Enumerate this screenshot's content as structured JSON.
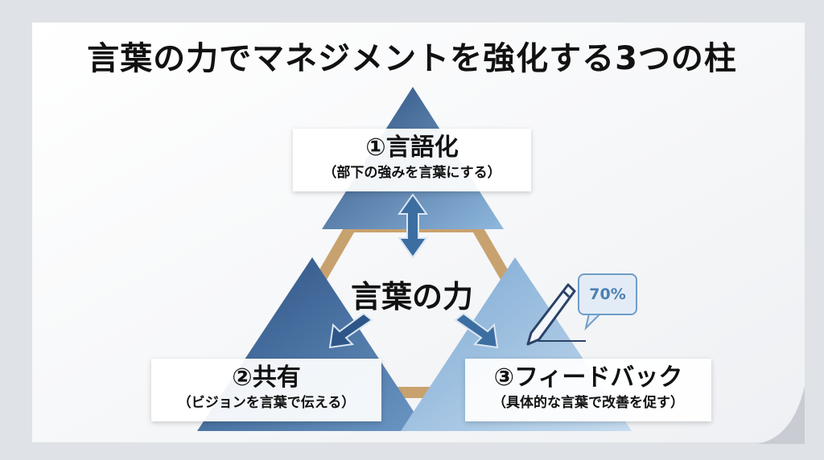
{
  "title": "言葉の力でマネジメントを強化する3つの柱",
  "center": "言葉の力",
  "pillars": [
    {
      "main": "①言語化",
      "sub": "（部下の強みを言葉にする）"
    },
    {
      "main": "②共有",
      "sub": "（ビジョンを言葉で伝える）"
    },
    {
      "main": "③フィードバック",
      "sub": "（具体的な言葉で改善を促す）"
    }
  ],
  "bubble": {
    "text": "70%"
  },
  "icons": [
    "pen-icon",
    "speech-bubble-icon",
    "double-arrow-icon"
  ],
  "colors": {
    "triangle_dark": "#2c4f7e",
    "triangle_light": "#9fc3e4",
    "connector": "#c8a26e",
    "background": "#f4f5f7"
  }
}
